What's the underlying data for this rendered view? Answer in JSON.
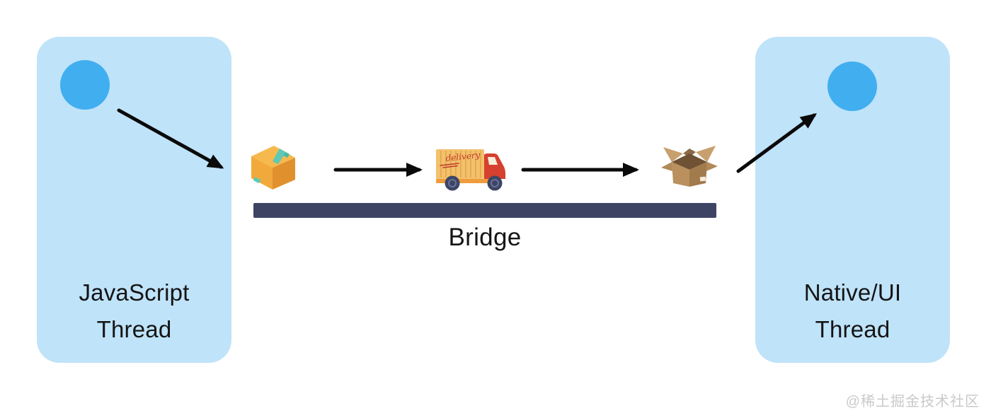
{
  "colors": {
    "canvas_bg": "#ffffff",
    "panel_fill": "#bfe3f9",
    "node_circle": "#41aef0",
    "bridge_bar": "#3d4464",
    "arrow": "#0a0a0a",
    "label_text": "#151515",
    "watermark_text": "#c9c9c9"
  },
  "left_panel": {
    "line1": "JavaScript",
    "line2": "Thread"
  },
  "right_panel": {
    "line1": "Native/UI",
    "line2": "Thread"
  },
  "bridge": {
    "label": "Bridge"
  },
  "icons": {
    "package": "packed-message-box-icon",
    "truck": "delivery-truck-icon",
    "truck_text": "delivery",
    "open_box": "unpacked-message-box-icon"
  },
  "watermark": "@稀土掘金技术社区"
}
